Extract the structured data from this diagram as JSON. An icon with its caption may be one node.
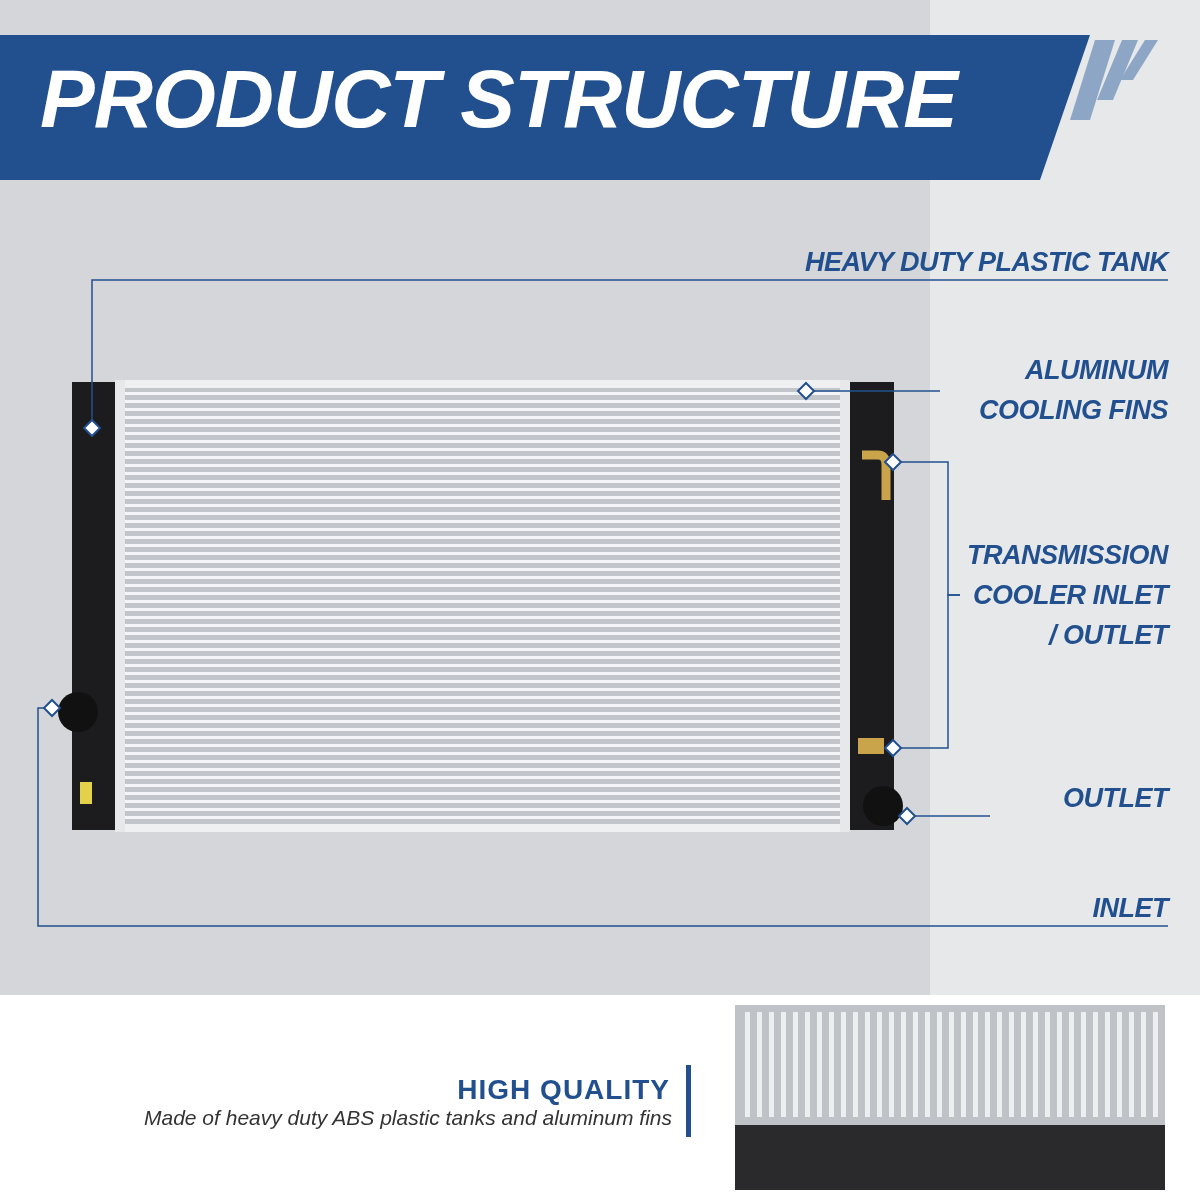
{
  "diagram": {
    "title": "PRODUCT STRUCTURE",
    "nodes": [
      {
        "text": [
          "HEAVY DUTY PLASTIC TANK"
        ]
      },
      {
        "text": [],
        "shape": "diamond"
      },
      {
        "text": [
          "ALUMINUM COOLING FINS"
        ]
      },
      {
        "text": [],
        "shape": "diamond"
      },
      {
        "text": [
          "TRANSMISSION COOLER INLET / OUTLET"
        ]
      },
      {
        "text": [],
        "shape": "diamond"
      },
      {
        "text": [],
        "shape": "diamond"
      },
      {
        "text": [
          "OUTLET"
        ]
      },
      {
        "text": [],
        "shape": "diamond"
      },
      {
        "text": [
          "INLET"
        ]
      },
      {
        "text": [],
        "shape": "diamond"
      }
    ],
    "edges": [
      {
        "from": 0,
        "to": 1,
        "arrow": "none"
      },
      {
        "from": 2,
        "to": 3,
        "arrow": "none"
      },
      {
        "from": 4,
        "to": 5,
        "arrow": "none"
      },
      {
        "from": 4,
        "to": 6,
        "arrow": "none"
      },
      {
        "from": 7,
        "to": 8,
        "arrow": "none"
      },
      {
        "from": 9,
        "to": 10,
        "arrow": "none"
      }
    ],
    "labels": [
      "HIGH QUALITY",
      "Made of heavy duty ABS plastic tanks and aluminum fins"
    ]
  }
}
